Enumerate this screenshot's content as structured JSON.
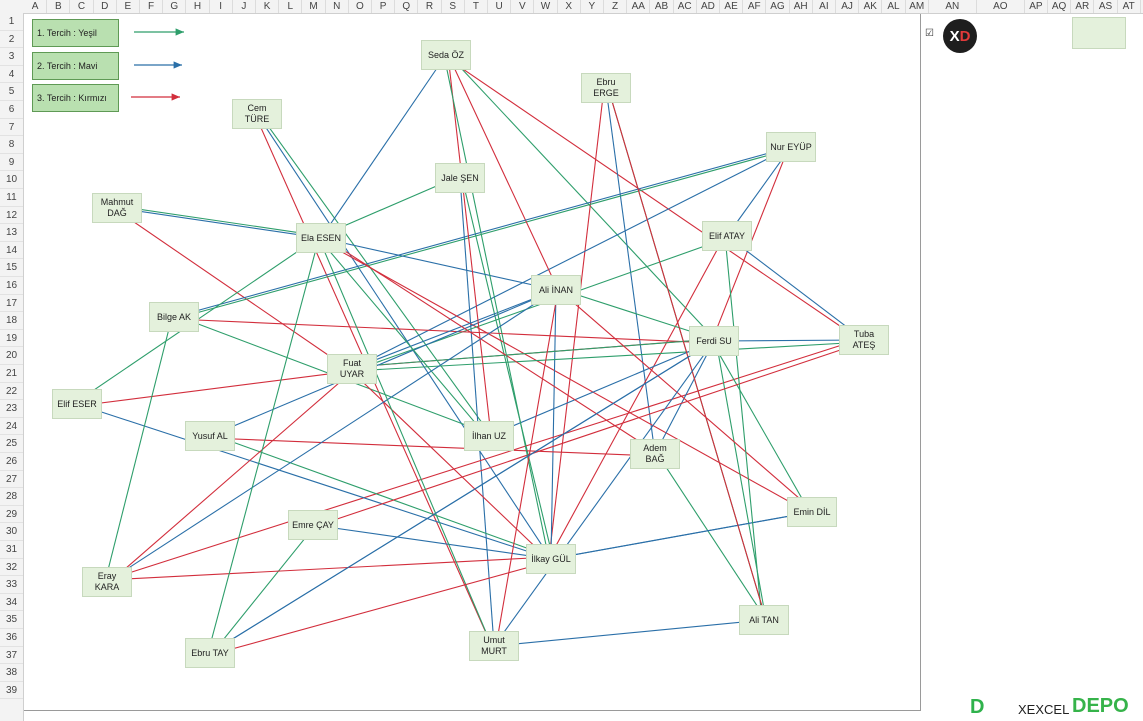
{
  "columns": [
    "A",
    "B",
    "C",
    "D",
    "E",
    "F",
    "G",
    "H",
    "I",
    "J",
    "K",
    "L",
    "M",
    "N",
    "O",
    "P",
    "Q",
    "R",
    "S",
    "T",
    "U",
    "V",
    "W",
    "X",
    "Y",
    "Z",
    "AA",
    "AB",
    "AC",
    "AD",
    "AE",
    "AF",
    "AG",
    "AH",
    "AI",
    "AJ",
    "AK",
    "AL",
    "AM",
    "AN",
    "AO",
    "AP",
    "AQ",
    "AR",
    "AS",
    "AT"
  ],
  "rows": [
    "1",
    "2",
    "3",
    "4",
    "5",
    "6",
    "7",
    "8",
    "9",
    "10",
    "11",
    "12",
    "13",
    "14",
    "15",
    "16",
    "17",
    "18",
    "19",
    "20",
    "21",
    "22",
    "23",
    "24",
    "25",
    "26",
    "27",
    "28",
    "29",
    "30",
    "31",
    "32",
    "33",
    "34",
    "35",
    "36",
    "37",
    "38",
    "39"
  ],
  "legend": [
    {
      "label": "1. Tercih : Yeşil",
      "color": "#2e9e6b"
    },
    {
      "label": "2. Tercih : Mavi",
      "color": "#2a6fa8"
    },
    {
      "label": "3. Tercih : Kırmızı",
      "color": "#d22e3c"
    }
  ],
  "nodes": {
    "seda": "Seda ÖZ",
    "ebru_e": "Ebru ERGE",
    "cem": "Cem TÜRE",
    "nur": "Nur EYÜP",
    "jale": "Jale ŞEN",
    "mahmut": "Mahmut DAĞ",
    "ela": "Ela ESEN",
    "elif_a": "Elif ATAY",
    "ali_i": "Ali İNAN",
    "bilge": "Bilge AK",
    "tuba": "Tuba ATEŞ",
    "ferdi": "Ferdi SU",
    "fuat": "Fuat UYAR",
    "elif_e": "Elif ESER",
    "yusuf": "Yusuf AL",
    "ilhan": "İlhan UZ",
    "adem": "Adem BAĞ",
    "emin": "Emin DİL",
    "emre": "Emre ÇAY",
    "ilkay": "İlkay GÜL",
    "eray": "Eray KARA",
    "ali_t": "Ali TAN",
    "umut": "Umut MURT",
    "ebru_t": "Ebru TAY"
  },
  "edges": [
    {
      "from": "mahmut",
      "to": "ela",
      "pref": 1
    },
    {
      "from": "mahmut",
      "to": "ela",
      "pref": 2
    },
    {
      "from": "mahmut",
      "to": "fuat",
      "pref": 3
    },
    {
      "from": "cem",
      "to": "ilhan",
      "pref": 1
    },
    {
      "from": "cem",
      "to": "ilkay",
      "pref": 2
    },
    {
      "from": "cem",
      "to": "umut",
      "pref": 3
    },
    {
      "from": "seda",
      "to": "ferdi",
      "pref": 1
    },
    {
      "from": "seda",
      "to": "ela",
      "pref": 2
    },
    {
      "from": "seda",
      "to": "tuba",
      "pref": 3
    },
    {
      "from": "ebru_e",
      "to": "ali_t",
      "pref": 1
    },
    {
      "from": "ebru_e",
      "to": "adem",
      "pref": 2
    },
    {
      "from": "ebru_e",
      "to": "ilkay",
      "pref": 3
    },
    {
      "from": "nur",
      "to": "bilge",
      "pref": 1
    },
    {
      "from": "nur",
      "to": "fuat",
      "pref": 2
    },
    {
      "from": "nur",
      "to": "ferdi",
      "pref": 3
    },
    {
      "from": "jale",
      "to": "ilkay",
      "pref": 1
    },
    {
      "from": "jale",
      "to": "umut",
      "pref": 2
    },
    {
      "from": "ela",
      "to": "jale",
      "pref": 1
    },
    {
      "from": "ela",
      "to": "ali_i",
      "pref": 2
    },
    {
      "from": "ela",
      "to": "emin",
      "pref": 3
    },
    {
      "from": "elif_a",
      "to": "fuat",
      "pref": 1
    },
    {
      "from": "elif_a",
      "to": "nur",
      "pref": 2
    },
    {
      "from": "elif_a",
      "to": "ilkay",
      "pref": 3
    },
    {
      "from": "ali_i",
      "to": "ferdi",
      "pref": 1
    },
    {
      "from": "ali_i",
      "to": "ilkay",
      "pref": 2
    },
    {
      "from": "ali_i",
      "to": "seda",
      "pref": 3
    },
    {
      "from": "bilge",
      "to": "ilhan",
      "pref": 1
    },
    {
      "from": "bilge",
      "to": "nur",
      "pref": 2
    },
    {
      "from": "bilge",
      "to": "ferdi",
      "pref": 3
    },
    {
      "from": "tuba",
      "to": "fuat",
      "pref": 1
    },
    {
      "from": "tuba",
      "to": "ferdi",
      "pref": 2
    },
    {
      "from": "tuba",
      "to": "eray",
      "pref": 3
    },
    {
      "from": "ferdi",
      "to": "ali_t",
      "pref": 1
    },
    {
      "from": "ferdi",
      "to": "ebru_t",
      "pref": 2
    },
    {
      "from": "ferdi",
      "to": "fuat",
      "pref": 3
    },
    {
      "from": "fuat",
      "to": "ferdi",
      "pref": 1
    },
    {
      "from": "fuat",
      "to": "ali_i",
      "pref": 2
    },
    {
      "from": "fuat",
      "to": "ilkay",
      "pref": 3
    },
    {
      "from": "elif_e",
      "to": "ela",
      "pref": 1
    },
    {
      "from": "elif_e",
      "to": "ilkay",
      "pref": 2
    },
    {
      "from": "elif_e",
      "to": "fuat",
      "pref": 3
    },
    {
      "from": "yusuf",
      "to": "ilkay",
      "pref": 1
    },
    {
      "from": "yusuf",
      "to": "ali_i",
      "pref": 2
    },
    {
      "from": "yusuf",
      "to": "adem",
      "pref": 3
    },
    {
      "from": "ilhan",
      "to": "ela",
      "pref": 1
    },
    {
      "from": "ilhan",
      "to": "ferdi",
      "pref": 2
    },
    {
      "from": "ilhan",
      "to": "seda",
      "pref": 3
    },
    {
      "from": "adem",
      "to": "ali_t",
      "pref": 1
    },
    {
      "from": "adem",
      "to": "ferdi",
      "pref": 2
    },
    {
      "from": "adem",
      "to": "ela",
      "pref": 3
    },
    {
      "from": "emin",
      "to": "ferdi",
      "pref": 1
    },
    {
      "from": "emin",
      "to": "ilkay",
      "pref": 2
    },
    {
      "from": "emin",
      "to": "ali_i",
      "pref": 3
    },
    {
      "from": "emre",
      "to": "ebru_t",
      "pref": 1
    },
    {
      "from": "emre",
      "to": "ilkay",
      "pref": 2
    },
    {
      "from": "emre",
      "to": "tuba",
      "pref": 3
    },
    {
      "from": "ilkay",
      "to": "seda",
      "pref": 1
    },
    {
      "from": "ilkay",
      "to": "emin",
      "pref": 2
    },
    {
      "from": "ilkay",
      "to": "eray",
      "pref": 3
    },
    {
      "from": "eray",
      "to": "bilge",
      "pref": 1
    },
    {
      "from": "eray",
      "to": "ali_i",
      "pref": 2
    },
    {
      "from": "eray",
      "to": "fuat",
      "pref": 3
    },
    {
      "from": "ali_t",
      "to": "elif_a",
      "pref": 1
    },
    {
      "from": "ali_t",
      "to": "umut",
      "pref": 2
    },
    {
      "from": "ali_t",
      "to": "ebru_e",
      "pref": 3
    },
    {
      "from": "umut",
      "to": "ela",
      "pref": 1
    },
    {
      "from": "umut",
      "to": "ferdi",
      "pref": 2
    },
    {
      "from": "umut",
      "to": "ali_i",
      "pref": 3
    },
    {
      "from": "ebru_t",
      "to": "ela",
      "pref": 1
    },
    {
      "from": "ebru_t",
      "to": "ferdi",
      "pref": 2
    },
    {
      "from": "ebru_t",
      "to": "ilkay",
      "pref": 3
    },
    {
      "from": "elif_a",
      "to": "tuba",
      "pref": 2
    }
  ],
  "checkbox": "☑",
  "logo_text": "X",
  "logo_accent": "D",
  "watermark": {
    "d": "D",
    "mid": "XEXCEL",
    "depo": "DEPO"
  }
}
